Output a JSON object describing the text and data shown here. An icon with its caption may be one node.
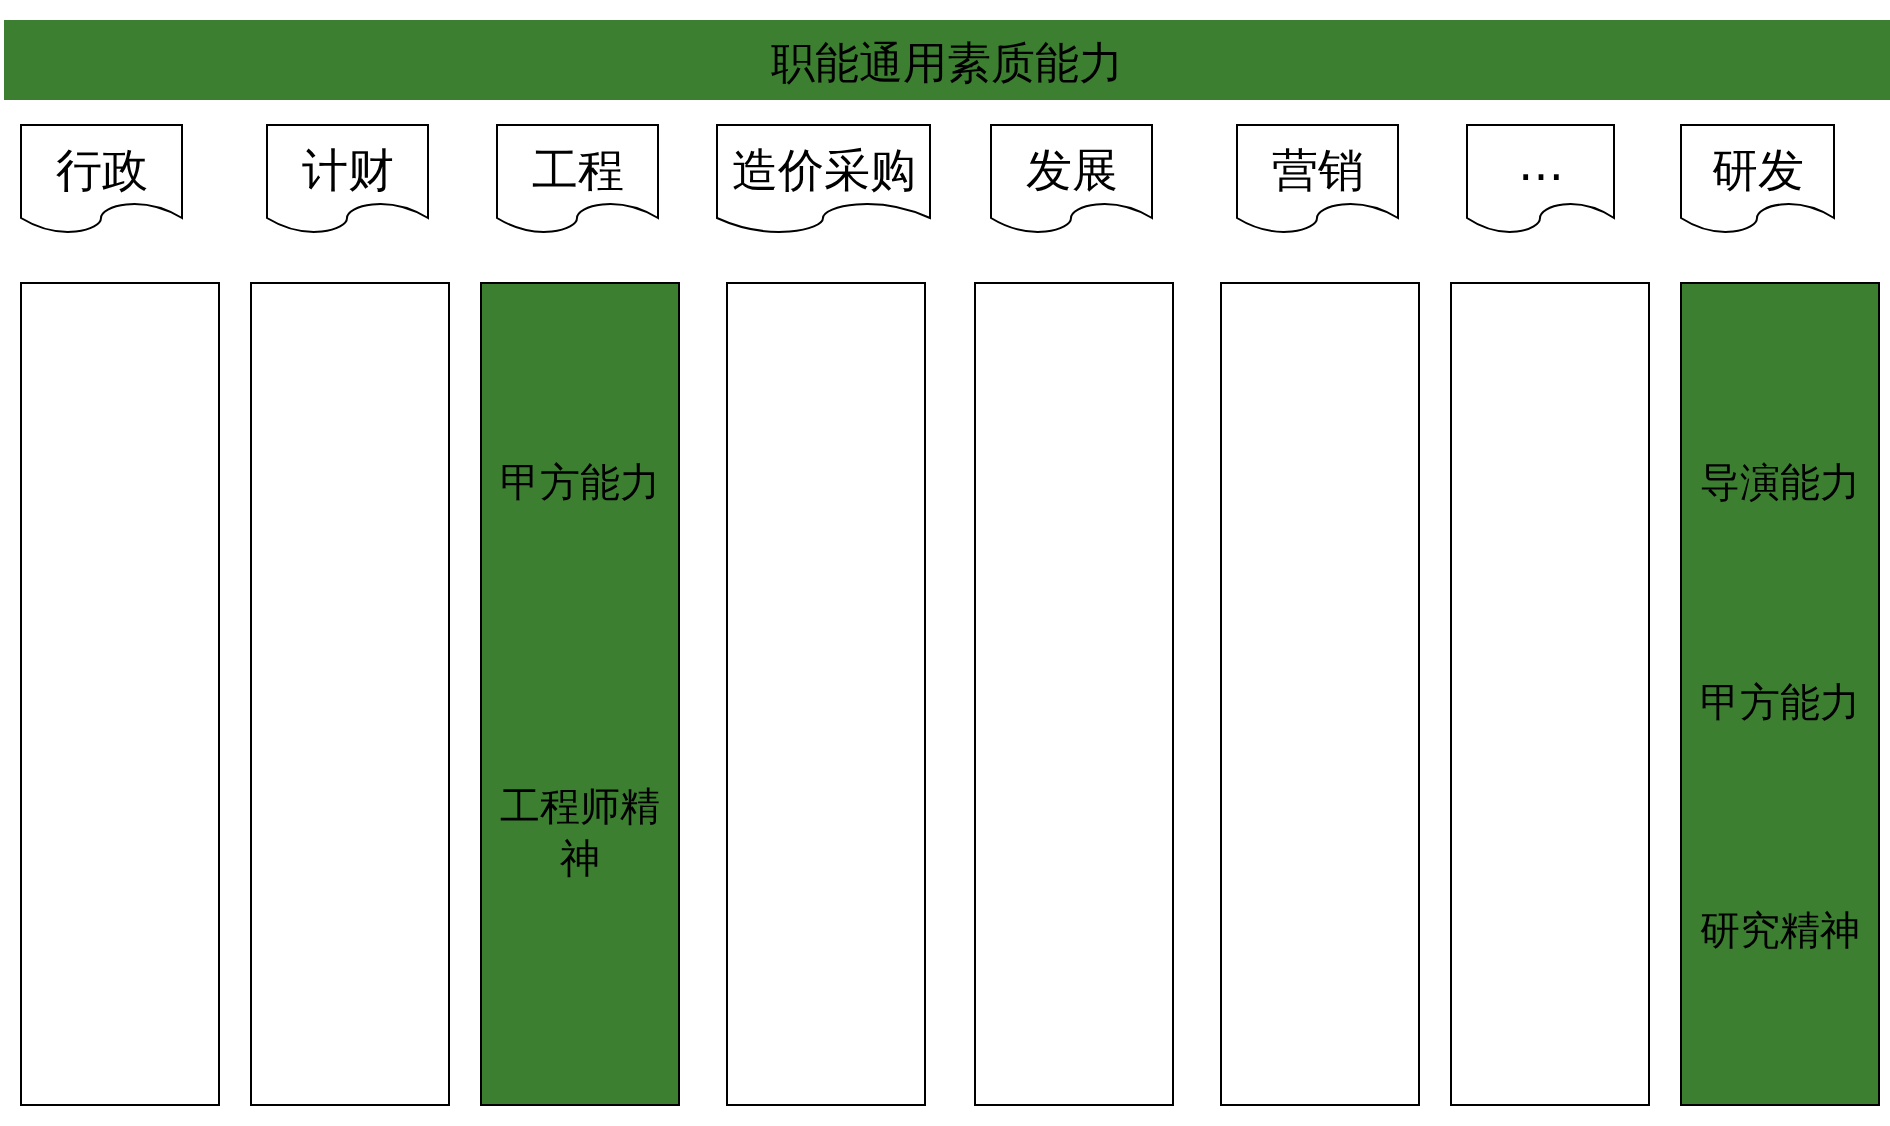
{
  "diagram": {
    "nodes": [
      {
        "text": [
          "职能通用素质能力"
        ]
      },
      {
        "text": [
          "行政"
        ]
      },
      {
        "text": [
          "计财"
        ]
      },
      {
        "text": [
          "工程"
        ]
      },
      {
        "text": [
          "造价采购"
        ]
      },
      {
        "text": [
          "发展"
        ]
      },
      {
        "text": [
          "营销"
        ]
      },
      {
        "text": [
          "…"
        ]
      },
      {
        "text": [
          "研发"
        ]
      },
      {
        "text": [],
        "shape": "box"
      },
      {
        "text": [],
        "shape": "box"
      },
      {
        "text": [
          "甲方能力",
          "工程师精神"
        ]
      },
      {
        "text": [],
        "shape": "box"
      },
      {
        "text": [],
        "shape": "box"
      },
      {
        "text": [],
        "shape": "box"
      },
      {
        "text": [],
        "shape": "box"
      },
      {
        "text": [
          "导演能力",
          "甲方能力",
          "研究精神"
        ]
      }
    ]
  }
}
